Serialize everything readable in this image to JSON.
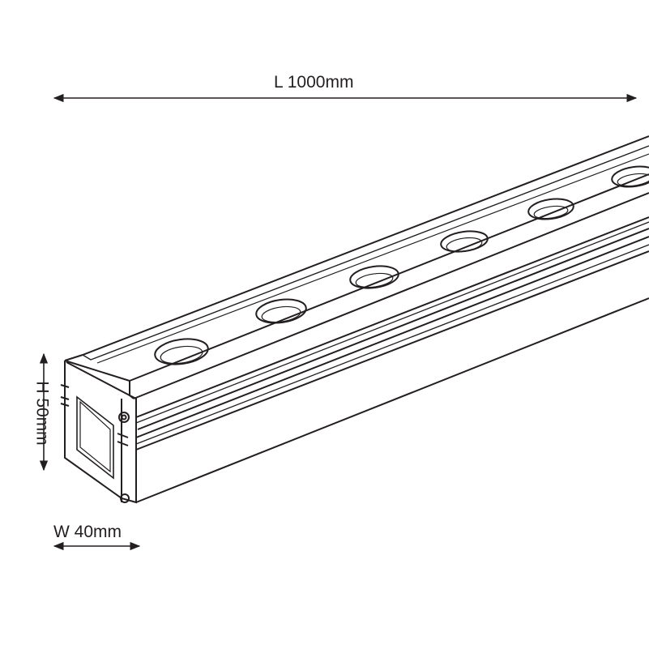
{
  "dimensions": {
    "length_label": "L 1000mm",
    "height_label": "H 50mm",
    "width_label": "W 40mm"
  },
  "colors": {
    "line": "#231f20",
    "background": "#ffffff"
  }
}
